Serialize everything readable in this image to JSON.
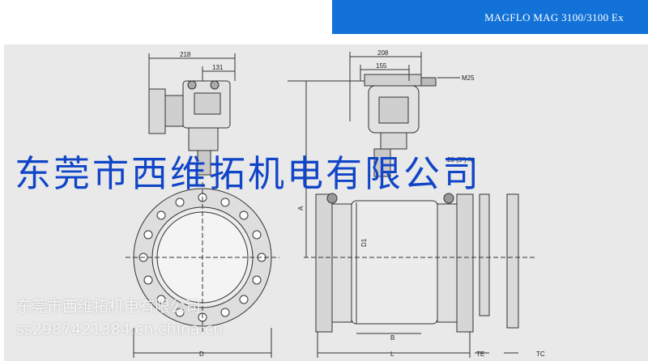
{
  "header": {
    "title": "MAGFLO MAG 3100/3100 Ex"
  },
  "drawing": {
    "dimensions": {
      "front_width": "218",
      "front_inner": "131",
      "side_width": "208",
      "side_inner": "155",
      "cable_gland": "M25",
      "angle_note": "20 (5\") N",
      "height_a": "A",
      "diameter_d1": "D1",
      "flange_d": "D",
      "length_l": "L",
      "length_b": "B",
      "te": "TE",
      "tc": "TC"
    }
  },
  "banner": {
    "company": "东莞市西维拓机电有限公司"
  },
  "watermark": {
    "company": "东莞市西维拓机电有限公司",
    "url": "ss2987421384.cn.china.cn"
  }
}
